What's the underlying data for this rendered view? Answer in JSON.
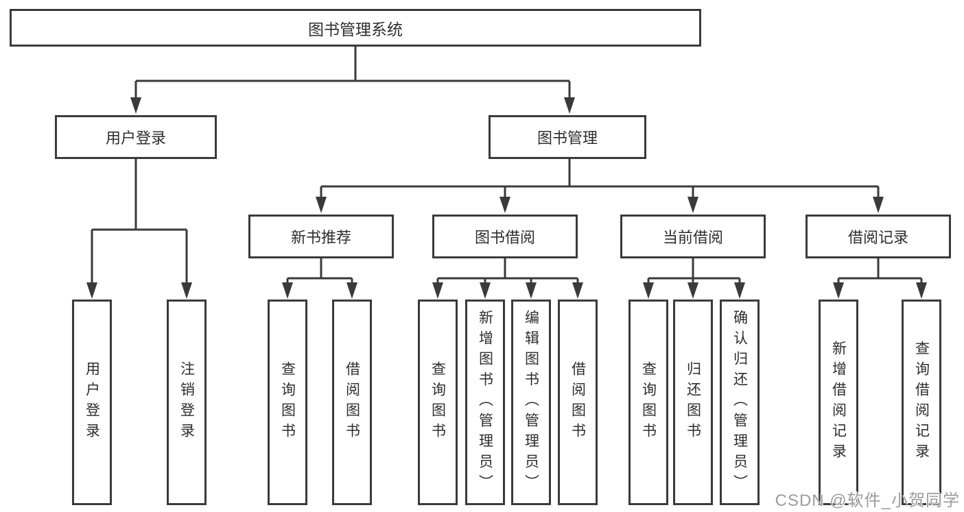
{
  "title": "图书管理系统",
  "watermark": {
    "text": "CSDN @软件_小贺同学"
  },
  "colors": {
    "line": "#3a3a3a",
    "box_background": "#ffffff",
    "text": "#2d2d2d",
    "watermark": "#9c9c9c"
  },
  "tree": {
    "root": {
      "label": "图书管理系统"
    },
    "branches": [
      {
        "label": "用户登录",
        "children": [
          {
            "label": "用户登录"
          },
          {
            "label": "注销登录"
          }
        ]
      },
      {
        "label": "图书管理",
        "sections": [
          {
            "label": "新书推荐",
            "children": [
              {
                "label": "查询图书"
              },
              {
                "label": "借阅图书"
              }
            ]
          },
          {
            "label": "图书借阅",
            "children": [
              {
                "label": "查询图书"
              },
              {
                "label": "新增图书（管理员）"
              },
              {
                "label": "编辑图书（管理员）"
              },
              {
                "label": "借阅图书"
              }
            ]
          },
          {
            "label": "当前借阅",
            "children": [
              {
                "label": "查询图书"
              },
              {
                "label": "归还图书"
              },
              {
                "label": "确认归还（管理员）"
              }
            ]
          },
          {
            "label": "借阅记录",
            "children": [
              {
                "label": "新增借阅记录"
              },
              {
                "label": "查询借阅记录"
              }
            ]
          }
        ]
      }
    ]
  }
}
